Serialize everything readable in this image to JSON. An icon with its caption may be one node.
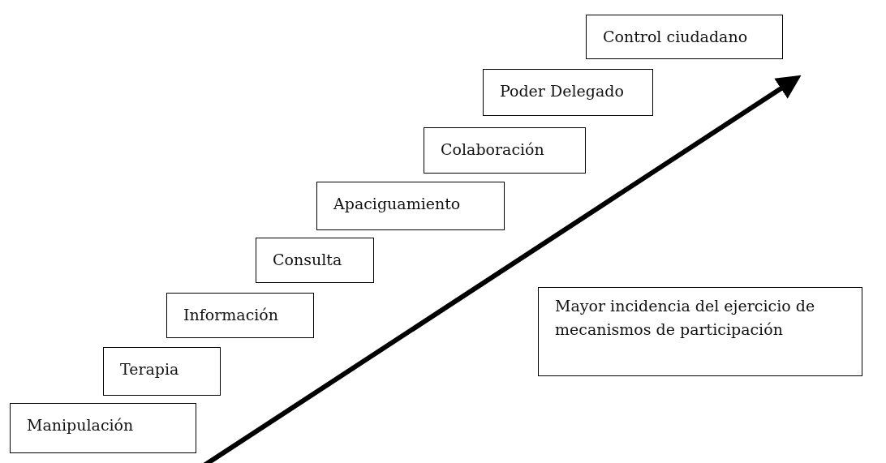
{
  "diagram": {
    "nodes": [
      {
        "text": [
          "Manipulación"
        ]
      },
      {
        "text": [
          "Terapia"
        ]
      },
      {
        "text": [
          "Información"
        ]
      },
      {
        "text": [
          "Consulta"
        ]
      },
      {
        "text": [
          "Apaciguamiento"
        ]
      },
      {
        "text": [
          "Colaboración"
        ]
      },
      {
        "text": [
          "Poder Delegado"
        ]
      },
      {
        "text": [
          "Control ciudadano"
        ]
      },
      {
        "text": [
          "Mayor incidencia del ejercicio de mecanismos de participación"
        ]
      }
    ]
  }
}
